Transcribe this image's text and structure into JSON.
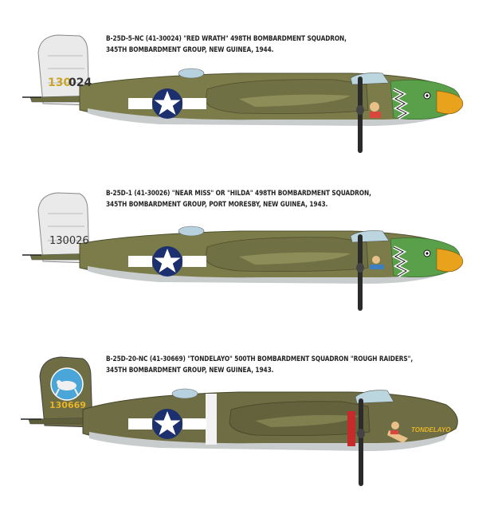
{
  "profiles": [
    {
      "caption_line1": "B-25D-5-NC (41-30024) \"RED WRATH\" 498TH BOMBARDMENT SQUADRON,",
      "caption_line2": "345TH BOMBARDMENT GROUP, NEW GUINEA, 1944.",
      "tail_serial_prefix": "130",
      "tail_serial_suffix": "024",
      "tail_style": "bare-metal",
      "nose_art": "eagle-head",
      "colors": {
        "olive": "#7b7c4a",
        "underside": "#c9cccd",
        "nose": "#5aa04a",
        "beak": "#e8a21c"
      }
    },
    {
      "caption_line1": "B-25D-1 (41-30026) \"NEAR MISS\" OR \"HILDA\" 498TH BOMBARDMENT SQUADRON,",
      "caption_line2": "345TH BOMBARDMENT GROUP, PORT MORESBY, NEW GUINEA, 1943.",
      "tail_serial": "130026",
      "tail_style": "bare-metal",
      "nose_art": "eagle-head",
      "colors": {
        "olive": "#7b7c4a",
        "underside": "#c9cccd",
        "nose": "#5aa04a",
        "beak": "#e8a21c"
      }
    },
    {
      "caption_line1": "B-25D-20-NC (41-30669) \"TONDELAYO\" 500TH BOMBARDMENT SQUADRON \"ROUGH RAIDERS\",",
      "caption_line2": "345TH BOMBARDMENT GROUP, NEW GUINEA, 1943.",
      "tail_serial": "130669",
      "nose_name": "TONDELAYO",
      "tail_style": "olive-with-emblem",
      "nose_art": "pin-up",
      "colors": {
        "olive": "#6e6d43",
        "underside": "#c9cccd",
        "serial": "#e7b52a"
      }
    }
  ]
}
